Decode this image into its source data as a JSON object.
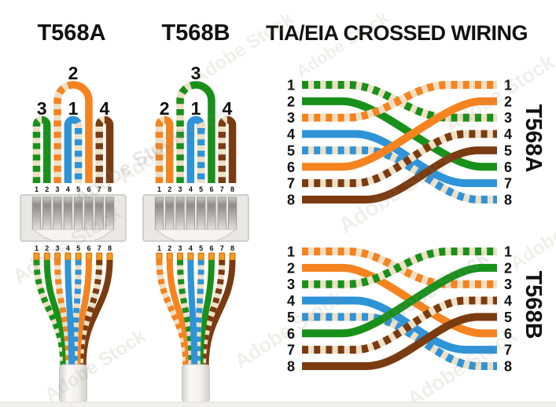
{
  "title": "TIA/EIA CROSSED WIRING",
  "watermark_text": "Adobe Stock",
  "colors": {
    "green": "#18911a",
    "orange": "#f5831f",
    "blue": "#2f93d8",
    "brown": "#7b3b11",
    "stripe_base": "#eee0c5",
    "label": "#111111",
    "background": "#ffffff"
  },
  "connectors": [
    {
      "title": "T568A",
      "pins": [
        "green-white",
        "green",
        "orange-white",
        "blue",
        "blue-white",
        "orange",
        "brown-white",
        "brown"
      ],
      "pairs": [
        {
          "label": "3",
          "from": 1,
          "to": 2
        },
        {
          "label": "2",
          "from": 3,
          "to": 6
        },
        {
          "label": "1",
          "from": 4,
          "to": 5
        },
        {
          "label": "4",
          "from": 7,
          "to": 8
        }
      ],
      "pin_numbers": [
        "1",
        "2",
        "3",
        "4",
        "5",
        "6",
        "7",
        "8"
      ]
    },
    {
      "title": "T568B",
      "pins": [
        "orange-white",
        "orange",
        "green-white",
        "blue",
        "blue-white",
        "green",
        "brown-white",
        "brown"
      ],
      "pairs": [
        {
          "label": "2",
          "from": 1,
          "to": 2
        },
        {
          "label": "3",
          "from": 3,
          "to": 6
        },
        {
          "label": "1",
          "from": 4,
          "to": 5
        },
        {
          "label": "4",
          "from": 7,
          "to": 8
        }
      ],
      "pin_numbers": [
        "1",
        "2",
        "3",
        "4",
        "5",
        "6",
        "7",
        "8"
      ]
    }
  ],
  "cross_diagrams": [
    {
      "side_label": "T568A",
      "pins": [
        "green-white",
        "green",
        "orange-white",
        "blue",
        "blue-white",
        "orange",
        "brown-white",
        "brown"
      ],
      "left_pin_labels": [
        "1",
        "2",
        "3",
        "4",
        "5",
        "6",
        "7",
        "8"
      ],
      "right_pin_labels": [
        "1",
        "2",
        "3",
        "4",
        "5",
        "6",
        "7",
        "8"
      ],
      "wires": [
        {
          "from": 1,
          "to": 3
        },
        {
          "from": 2,
          "to": 6
        },
        {
          "from": 3,
          "to": 1
        },
        {
          "from": 4,
          "to": 7
        },
        {
          "from": 5,
          "to": 8
        },
        {
          "from": 6,
          "to": 2
        },
        {
          "from": 7,
          "to": 4
        },
        {
          "from": 8,
          "to": 5
        }
      ]
    },
    {
      "side_label": "T568B",
      "pins": [
        "orange-white",
        "orange",
        "green-white",
        "blue",
        "blue-white",
        "green",
        "brown-white",
        "brown"
      ],
      "left_pin_labels": [
        "1",
        "2",
        "3",
        "4",
        "5",
        "6",
        "7",
        "8"
      ],
      "right_pin_labels": [
        "1",
        "2",
        "3",
        "4",
        "5",
        "6",
        "7",
        "8"
      ],
      "wires": [
        {
          "from": 1,
          "to": 3
        },
        {
          "from": 2,
          "to": 6
        },
        {
          "from": 3,
          "to": 1
        },
        {
          "from": 4,
          "to": 7
        },
        {
          "from": 5,
          "to": 8
        },
        {
          "from": 6,
          "to": 2
        },
        {
          "from": 7,
          "to": 4
        },
        {
          "from": 8,
          "to": 5
        }
      ]
    }
  ]
}
